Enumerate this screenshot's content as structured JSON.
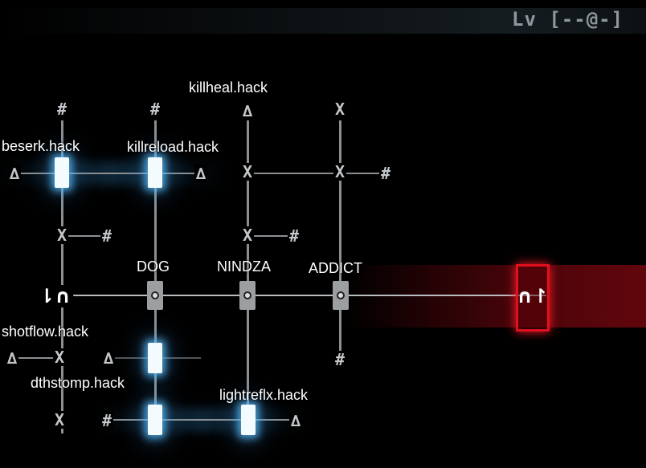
{
  "header": {
    "level_indicator": "Lv [--@-]"
  },
  "glyphs": {
    "hash": "#",
    "x": "X",
    "delta": "∆"
  },
  "entry": {
    "label": "⇂∩"
  },
  "exit": {
    "label": "∩↾",
    "color": "#e0101e"
  },
  "sockets": [
    {
      "label": "DOG"
    },
    {
      "label": "NINDZA"
    },
    {
      "label": "ADDICT"
    }
  ],
  "hacks": [
    {
      "label": "killheal.hack"
    },
    {
      "label": "beserk.hack"
    },
    {
      "label": "killreload.hack"
    },
    {
      "label": "shotflow.hack"
    },
    {
      "label": "dthstomp.hack"
    },
    {
      "label": "lightreflx.hack"
    }
  ],
  "accent": "#5abeff"
}
